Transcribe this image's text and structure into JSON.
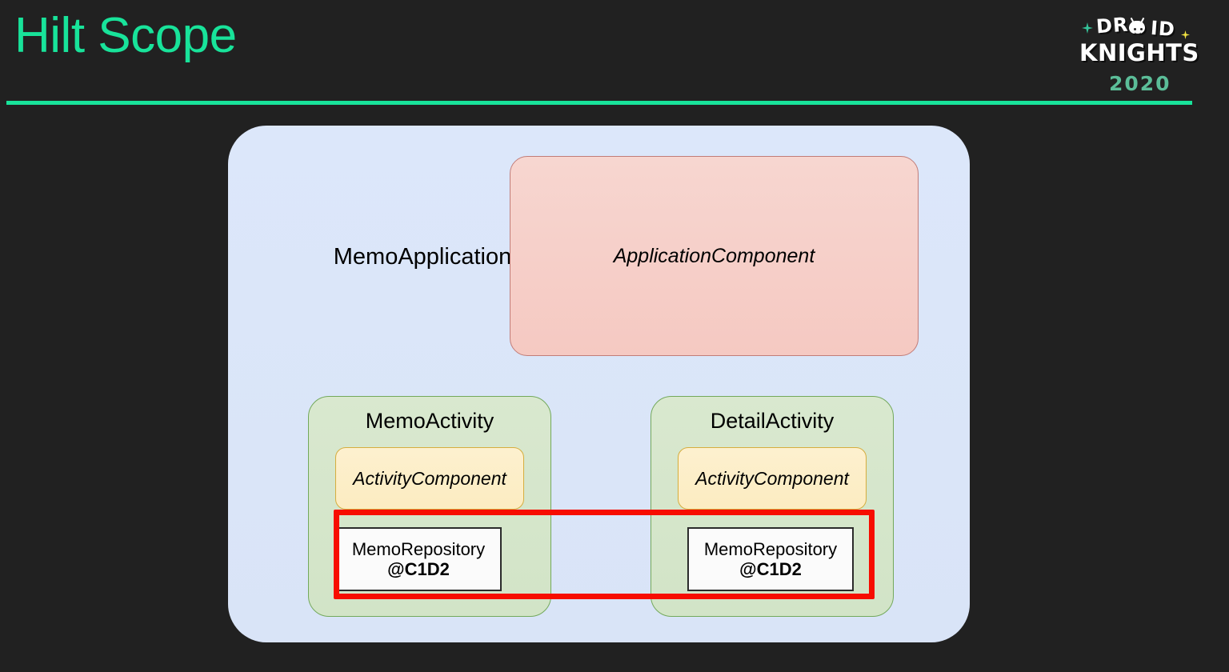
{
  "slide": {
    "title": "Hilt Scope",
    "accent_color": "#18e39a",
    "background_color": "#212121"
  },
  "brand": {
    "word_droid_a": "DR",
    "word_droid_b": "ID",
    "word_knights": "KNIGHTS",
    "year": "2020",
    "logo_text_color": "#ffffff",
    "year_color": "#5bbd98",
    "sparkle_left_color": "#35c39a",
    "sparkle_right_color": "#f5e642"
  },
  "diagram": {
    "application": {
      "label": "MemoApplication",
      "fill_color": "#dce7fa"
    },
    "application_component": {
      "label": "ApplicationComponent",
      "fill_color": "#f6cfc8",
      "border_color": "#c27d78"
    },
    "activities": [
      {
        "title": "MemoActivity",
        "component_label": "ActivityComponent",
        "repository_name": "MemoRepository",
        "repository_scope": "@C1D2",
        "fill_color": "#d5e6cb",
        "border_color": "#73a95b",
        "component_fill_color": "#fceec8",
        "component_border_color": "#d6ad3e"
      },
      {
        "title": "DetailActivity",
        "component_label": "ActivityComponent",
        "repository_name": "MemoRepository",
        "repository_scope": "@C1D2",
        "fill_color": "#d5e6cb",
        "border_color": "#73a95b",
        "component_fill_color": "#fceec8",
        "component_border_color": "#d6ad3e"
      }
    ],
    "highlight": {
      "color": "#f70d00"
    }
  }
}
